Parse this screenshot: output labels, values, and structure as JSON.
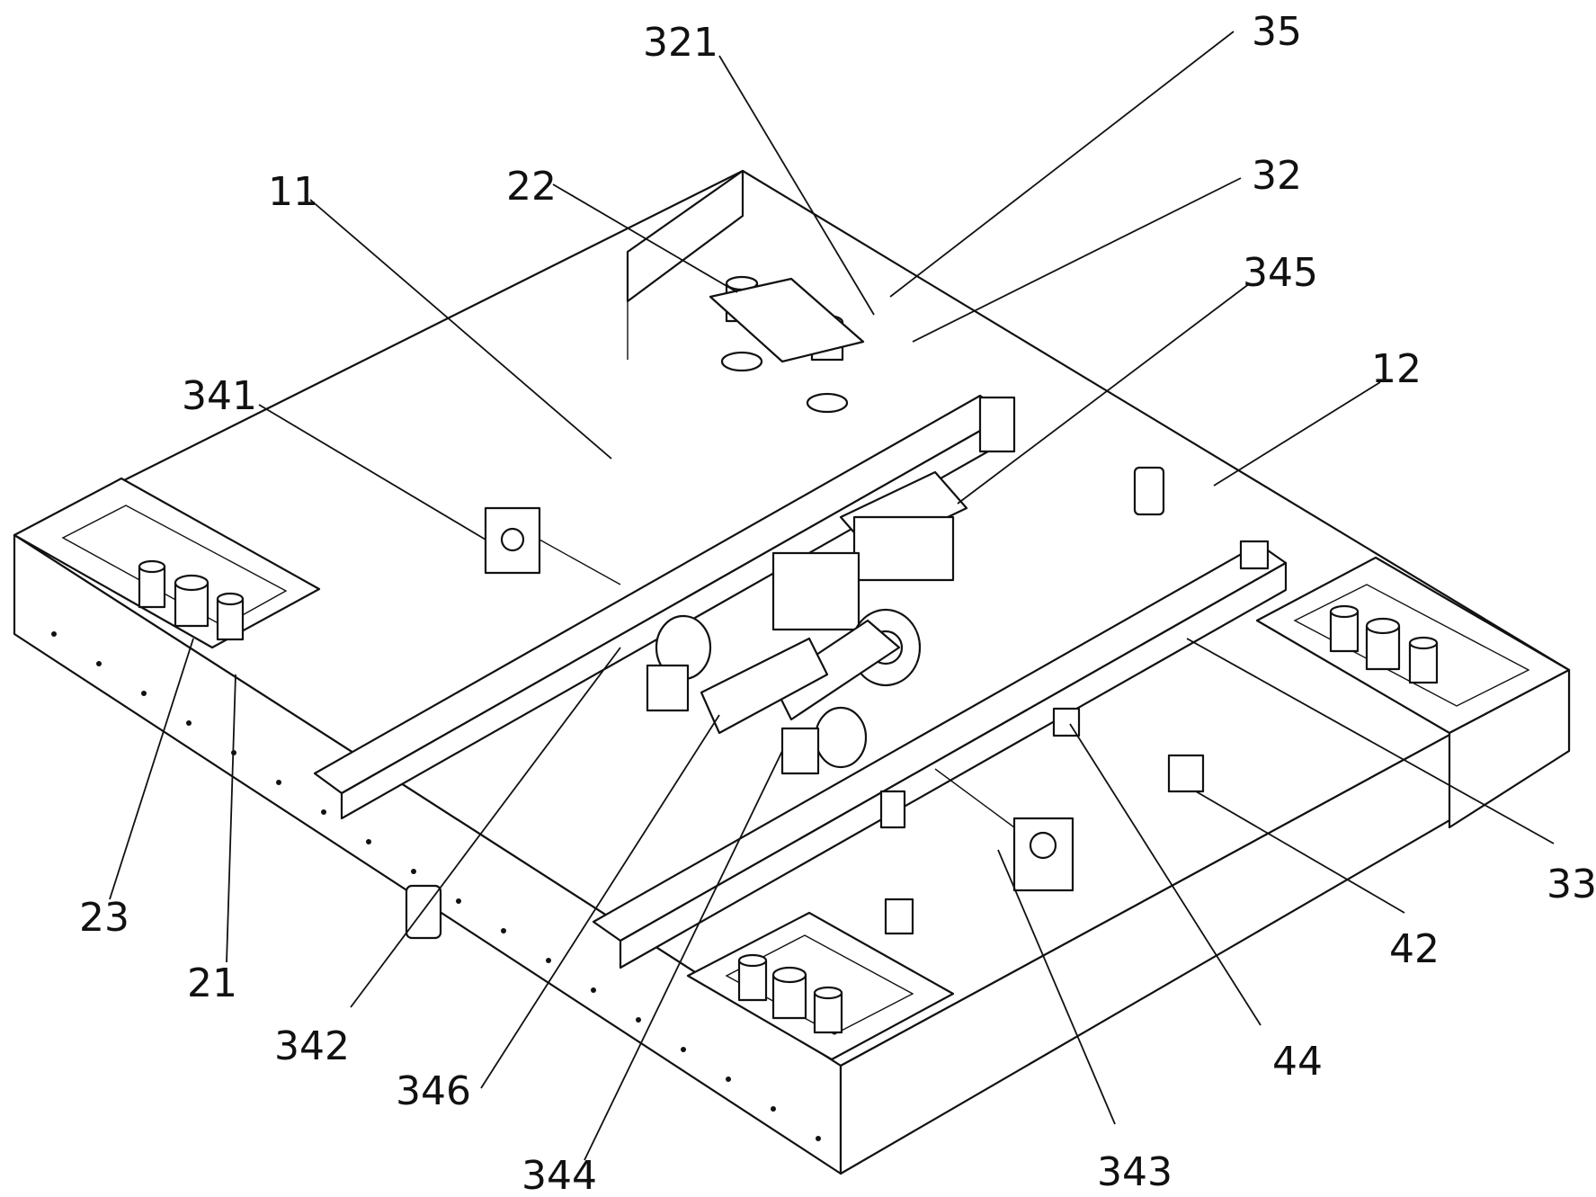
{
  "labels": {
    "l11": "11",
    "l12": "12",
    "l21": "21",
    "l22": "22",
    "l23": "23",
    "l32": "32",
    "l33": "33",
    "l35": "35",
    "l42": "42",
    "l44": "44",
    "l321": "321",
    "l341": "341",
    "l342": "342",
    "l343": "343",
    "l344": "344",
    "l345": "345",
    "l346": "346"
  }
}
